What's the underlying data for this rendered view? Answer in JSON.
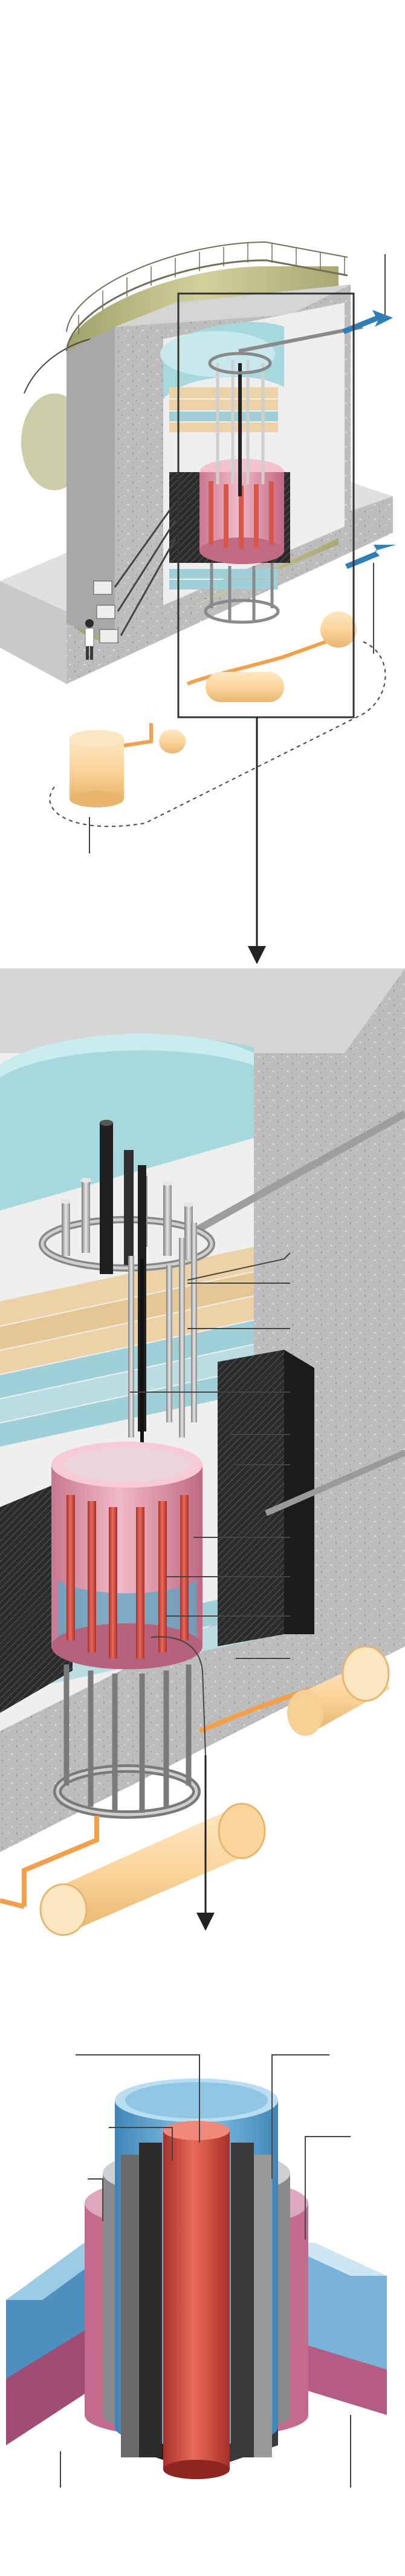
{
  "diagram": {
    "sections": [
      "overview-cutaway",
      "reactor-core-closeup",
      "fuel-element-cutaway"
    ],
    "colors": {
      "concrete": "#b9b9b9",
      "water": "#a6d8de",
      "fuel_pink": "#e8a2b6",
      "fuel_rod_red": "#d9574a",
      "graphite_black": "#222222",
      "sand_layers": "#ecd2a6",
      "pipe_orange": "#f4a04a",
      "tank_cream": "#fcd59c",
      "tower_olive": "#c5c48e",
      "flow_arrow_blue": "#2f7fb6"
    }
  }
}
